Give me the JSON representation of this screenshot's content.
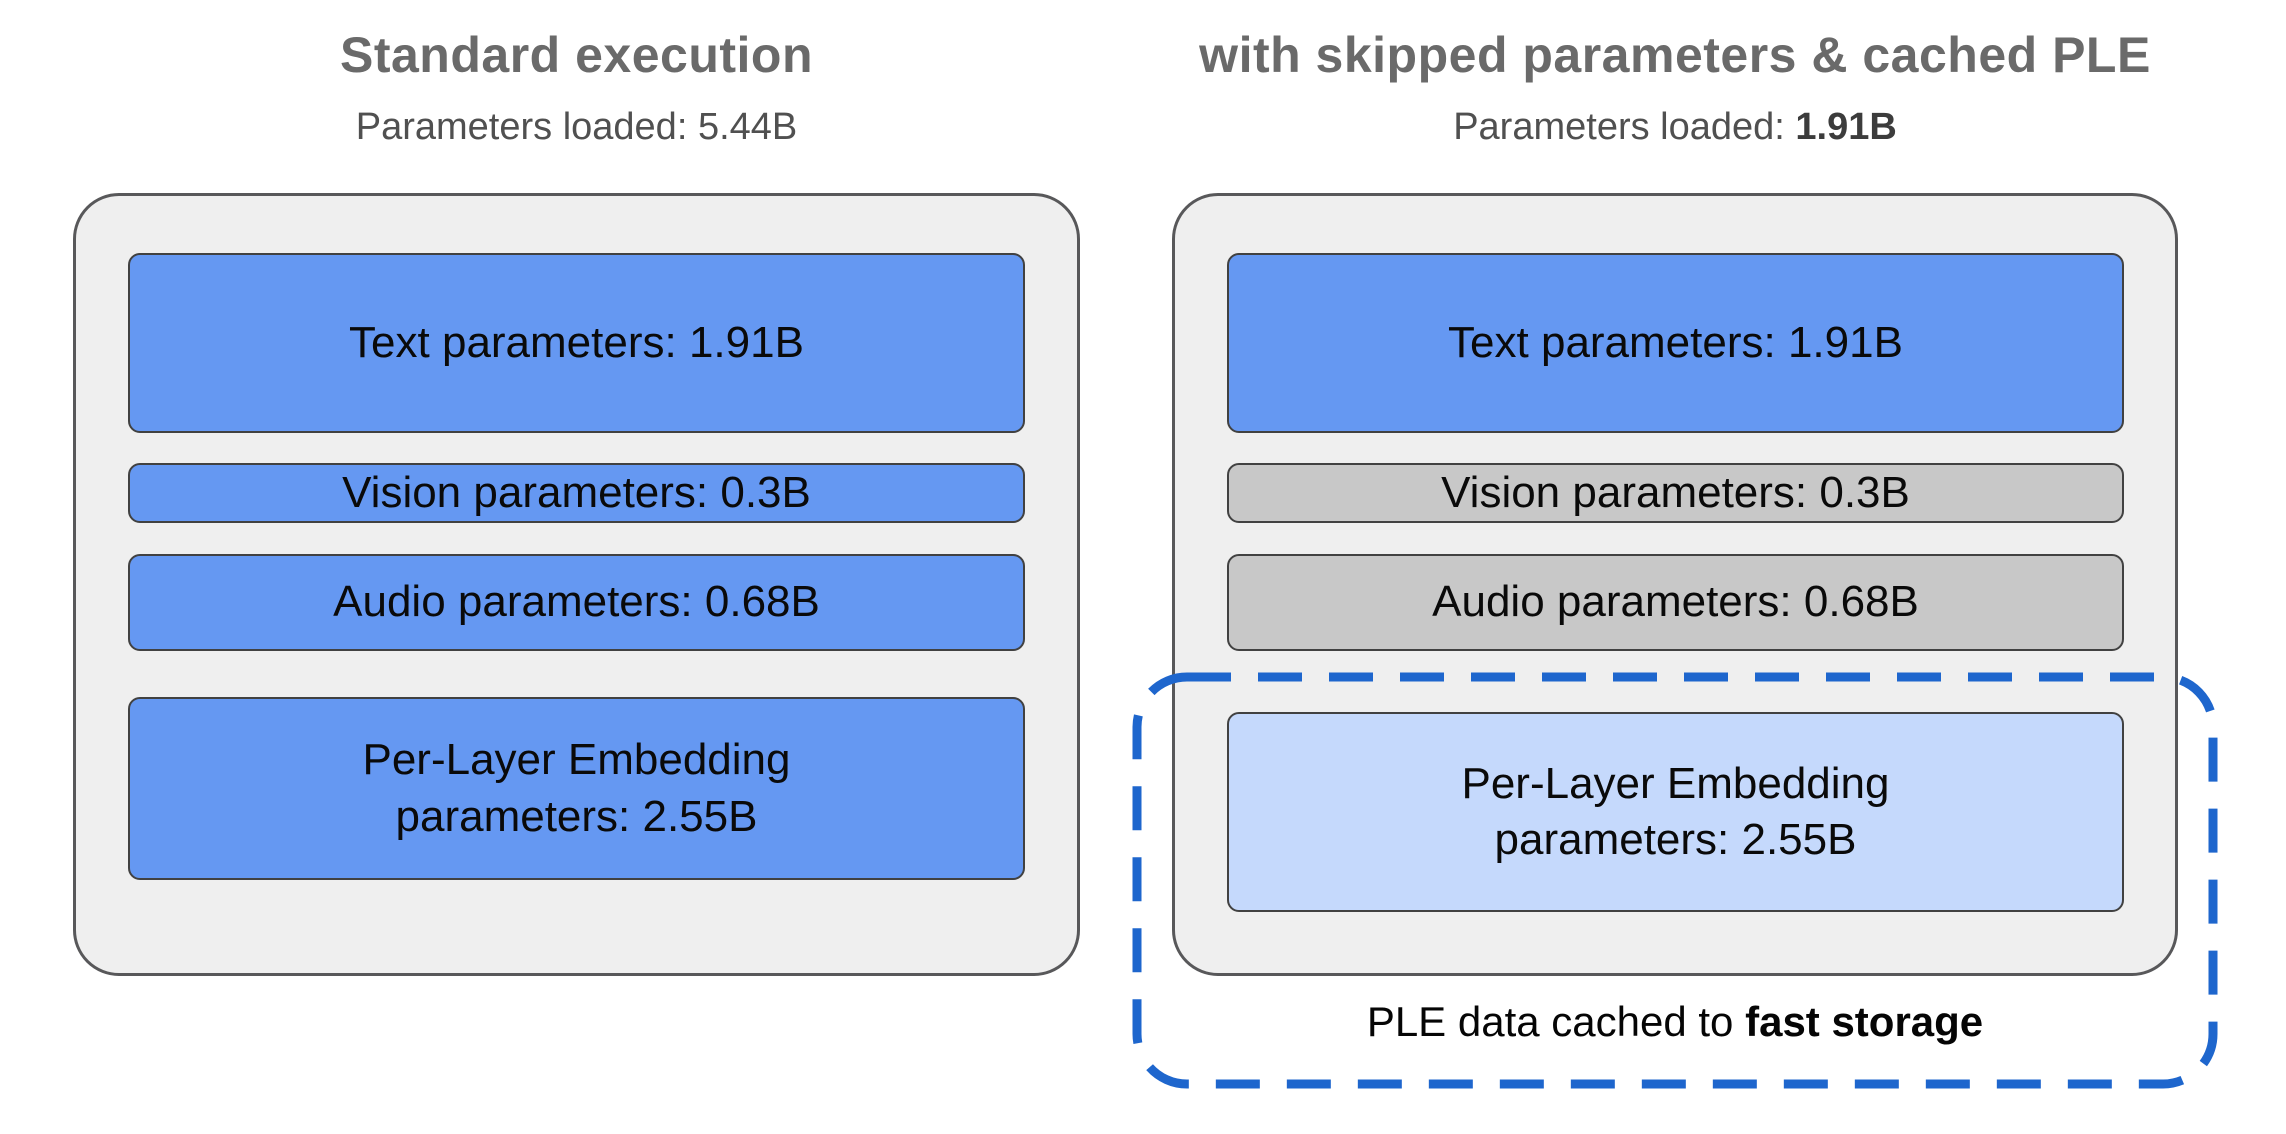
{
  "palette": {
    "panel_bg": "#efefef",
    "panel_border": "#58585a",
    "blue_box": "#6598f2",
    "gray_box": "#c8c8c8",
    "light_blue_box": "#c5d9fc",
    "dashed_blue": "#1e66cd",
    "title_gray": "#6a6a6a",
    "box_border": "#414141"
  },
  "left_column": {
    "title": "Standard execution",
    "subtitle": {
      "label": "Parameters loaded: ",
      "value": "5.44B"
    },
    "boxes": {
      "text": "Text parameters: 1.91B",
      "vision": "Vision parameters: 0.3B",
      "audio": "Audio parameters: 0.68B",
      "ple": "Per-Layer Embedding\nparameters: 2.55B"
    }
  },
  "right_column": {
    "title": "with skipped parameters & cached PLE",
    "subtitle": {
      "label": "Parameters loaded: ",
      "value": "1.91B"
    },
    "boxes": {
      "text": "Text parameters: 1.91B",
      "vision": "Vision parameters: 0.3B",
      "audio": "Audio parameters: 0.68B",
      "ple": "Per-Layer Embedding\nparameters: 2.55B"
    },
    "ple_caption": {
      "prefix": "PLE data cached to ",
      "bold": "fast storage"
    }
  }
}
